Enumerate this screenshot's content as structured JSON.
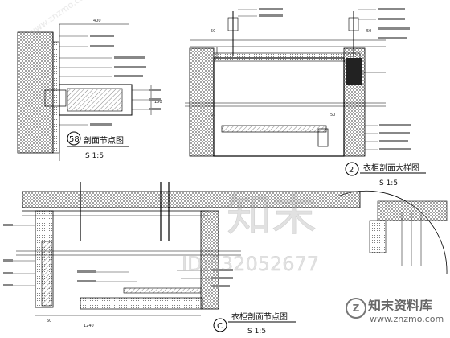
{
  "drawing": {
    "views": [
      {
        "id": "58",
        "title": "剖面节点图",
        "scale": "S 1:5"
      },
      {
        "id": "2",
        "title": "衣柜剖面大样图",
        "scale": "S 1:5"
      },
      {
        "id": "C",
        "title": "衣柜剖面节点图",
        "scale": "S 1:5"
      }
    ],
    "dimensions": {
      "view58_top": "400",
      "view58_side": "150",
      "view2_a": "50",
      "view2_b": "50",
      "view2_c": "50",
      "view2_d": "50",
      "viewC_a": "60",
      "viewC_b": "1240"
    }
  },
  "watermark": {
    "brand": "知末",
    "id_text": "ID:532052677",
    "site_name": "知末资料库",
    "url": "www.znzmo.com",
    "diagonal_url": "www.znzmo.com"
  }
}
